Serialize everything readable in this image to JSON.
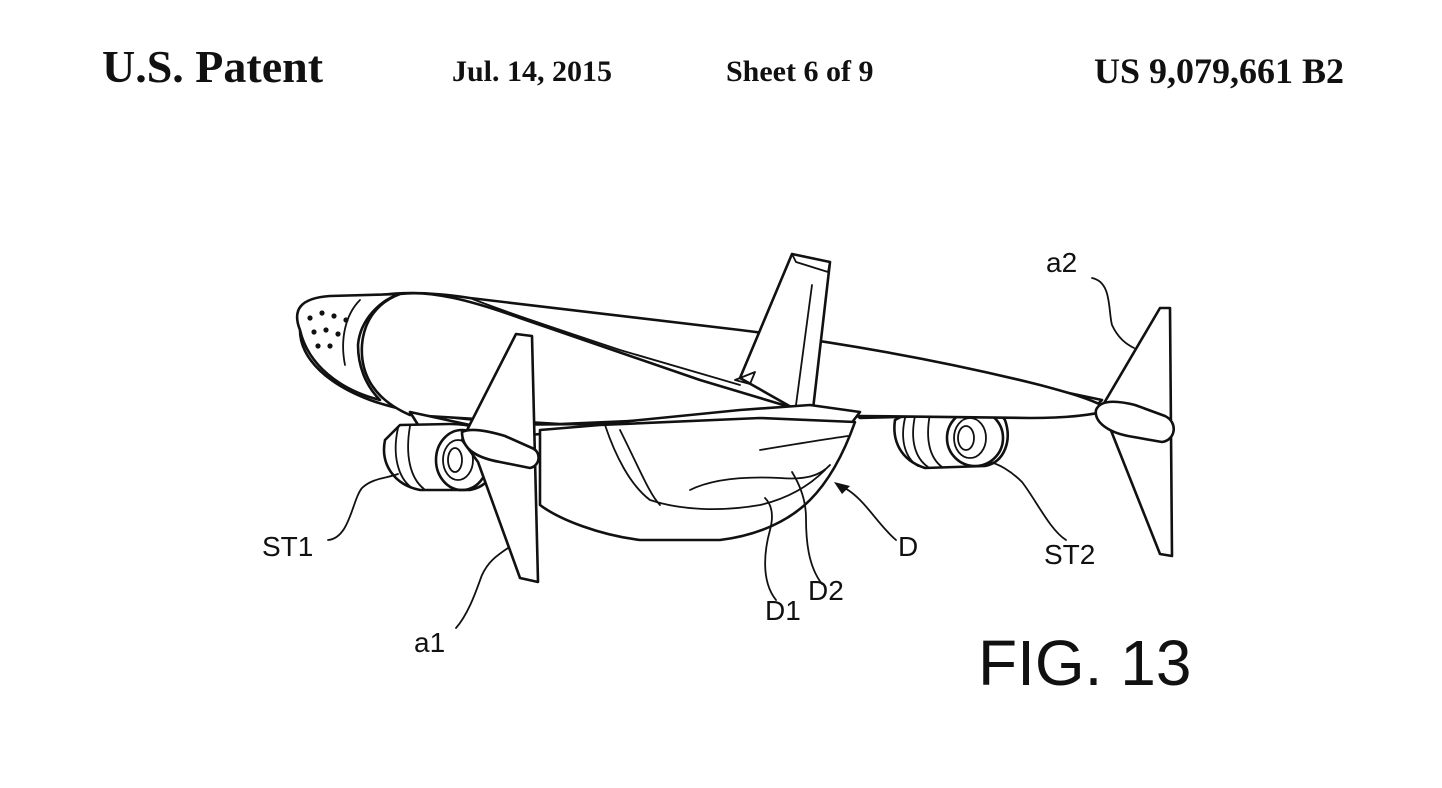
{
  "header": {
    "patent_label": "U.S. Patent",
    "date": "Jul. 14, 2015",
    "sheet": "Sheet 6 of 9",
    "patent_number": "US 9,079,661 B2"
  },
  "figure": {
    "title": "FIG. 13",
    "labels": {
      "a1": "a1",
      "a2": "a2",
      "st1": "ST1",
      "st2": "ST2",
      "d": "D",
      "d1": "D1",
      "d2": "D2"
    }
  }
}
